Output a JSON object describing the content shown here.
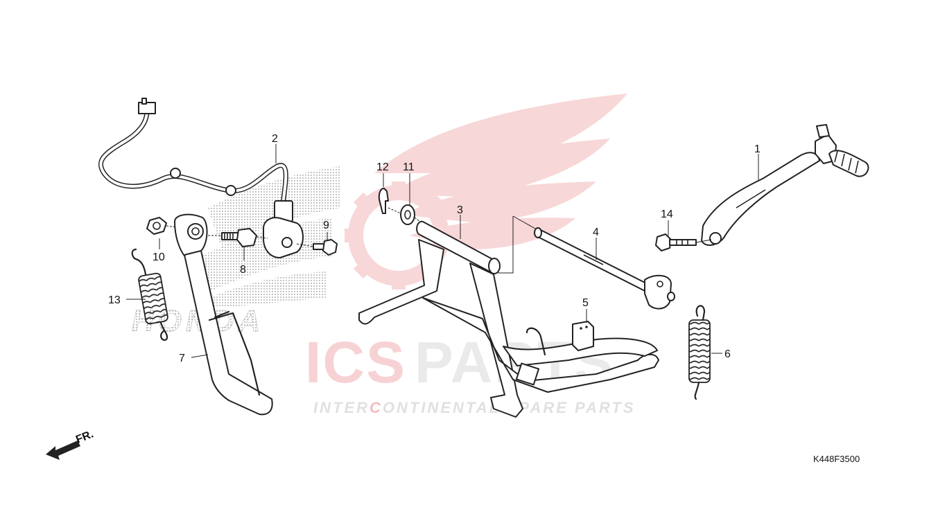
{
  "diagram": {
    "callouts": {
      "p1": "1",
      "p2": "2",
      "p3": "3",
      "p4": "4",
      "p5": "5",
      "p6": "6",
      "p7": "7",
      "p8": "8",
      "p9": "9",
      "p10": "10",
      "p11": "11",
      "p12": "12",
      "p13": "13",
      "p14": "14"
    },
    "direction_label": "FR.",
    "figure_code": "K448F3500",
    "background_emblem_text": "HONDA"
  },
  "watermark": {
    "brand_left": "ICS",
    "brand_right": "PARTS",
    "tagline_a": "INTER",
    "tagline_b": "C",
    "tagline_c": "ONTINENTAL SPARE PARTS",
    "accent_color": "#d9262c",
    "grey_color": "#9a9a9a"
  }
}
